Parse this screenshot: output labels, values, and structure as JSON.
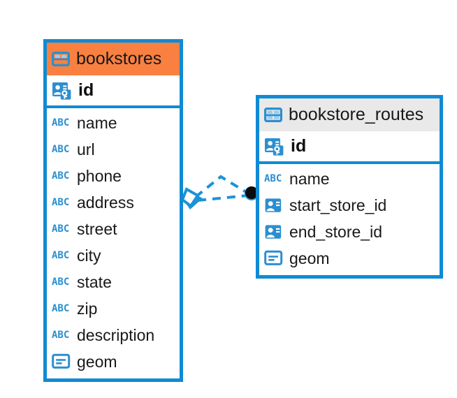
{
  "diagram": {
    "type": "entity-relationship-diagram",
    "background_color": "#ffffff",
    "accent_color": "#0f8bd4",
    "header_accent_color": "#f98040",
    "header_neutral_color": "#e9e9e9",
    "icon_blue": "#2b8fd0"
  },
  "entities": [
    {
      "id": "bookstores",
      "title": "bookstores",
      "header_style": "accent",
      "table_icon": "table-icon",
      "primary_key": {
        "name": "id",
        "icon": "primary-key-icon"
      },
      "fields": [
        {
          "name": "name",
          "icon": "text-type-icon",
          "icon_label": "ABC"
        },
        {
          "name": "url",
          "icon": "text-type-icon",
          "icon_label": "ABC"
        },
        {
          "name": "phone",
          "icon": "text-type-icon",
          "icon_label": "ABC"
        },
        {
          "name": "address",
          "icon": "text-type-icon",
          "icon_label": "ABC"
        },
        {
          "name": "street",
          "icon": "text-type-icon",
          "icon_label": "ABC"
        },
        {
          "name": "city",
          "icon": "text-type-icon",
          "icon_label": "ABC"
        },
        {
          "name": "state",
          "icon": "text-type-icon",
          "icon_label": "ABC"
        },
        {
          "name": "zip",
          "icon": "text-type-icon",
          "icon_label": "ABC"
        },
        {
          "name": "description",
          "icon": "text-type-icon",
          "icon_label": "ABC"
        },
        {
          "name": "geom",
          "icon": "geometry-type-icon",
          "icon_label": ""
        }
      ]
    },
    {
      "id": "bookstore_routes",
      "title": "bookstore_routes",
      "header_style": "neutral",
      "table_icon": "table-icon",
      "primary_key": {
        "name": "id",
        "icon": "primary-key-icon"
      },
      "fields": [
        {
          "name": "name",
          "icon": "text-type-icon",
          "icon_label": "ABC"
        },
        {
          "name": "start_store_id",
          "icon": "foreign-key-icon",
          "icon_label": ""
        },
        {
          "name": "end_store_id",
          "icon": "foreign-key-icon",
          "icon_label": ""
        },
        {
          "name": "geom",
          "icon": "geometry-type-icon",
          "icon_label": ""
        }
      ]
    }
  ],
  "relationship": {
    "from_entity": "bookstores",
    "to_entity": "bookstore_routes",
    "line_style": "dashed",
    "line_color": "#1a93d8",
    "source_marker": "diamond-arrow-marker",
    "target_marker": "filled-circle-marker"
  }
}
